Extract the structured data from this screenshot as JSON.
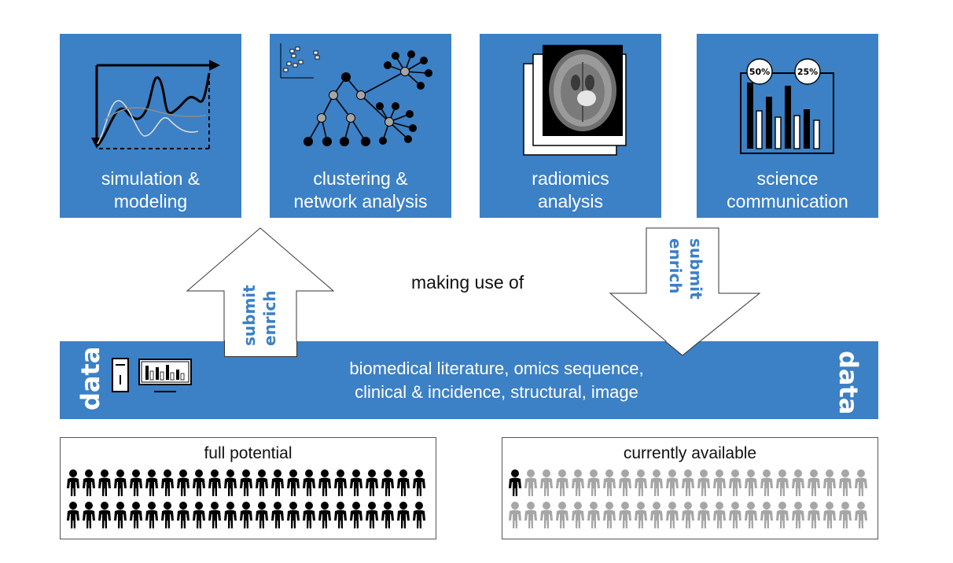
{
  "panels": [
    {
      "id": "simulation",
      "label_lines": [
        "simulation &",
        "modeling"
      ],
      "icon": "line-plot-icon"
    },
    {
      "id": "clustering",
      "label_lines": [
        "clustering  &",
        "network analysis"
      ],
      "icon": "network-tree-icon"
    },
    {
      "id": "radiomics",
      "label_lines": [
        "radiomics",
        "analysis"
      ],
      "icon": "mri-scan-stack-icon"
    },
    {
      "id": "science",
      "label_lines": [
        "science",
        "communication"
      ],
      "icon": "bar-chart-percent-icon",
      "badges": [
        "50%",
        "25%"
      ]
    }
  ],
  "arrows": {
    "up": {
      "words": [
        "submit",
        "enrich"
      ],
      "direction": "up"
    },
    "down": {
      "words": [
        "submit",
        "enrich"
      ],
      "direction": "down"
    }
  },
  "middle_text": "making use of",
  "data_bar": {
    "left_label": "data",
    "right_label": "data",
    "description_lines": [
      "biomedical literature, omics sequence,",
      "clinical & incidence, structural, image"
    ],
    "icons": [
      "computer-tower-icon",
      "monitor-chart-icon"
    ]
  },
  "populations": {
    "full": {
      "title": "full potential",
      "rows": 2,
      "per_row": 23,
      "highlighted": 46
    },
    "available": {
      "title": "currently available",
      "rows": 2,
      "per_row": 23,
      "highlighted": 1
    }
  },
  "colors": {
    "panel_blue": "#3c80c5",
    "person_active": "#000000",
    "person_inactive": "#a6a6a6"
  }
}
